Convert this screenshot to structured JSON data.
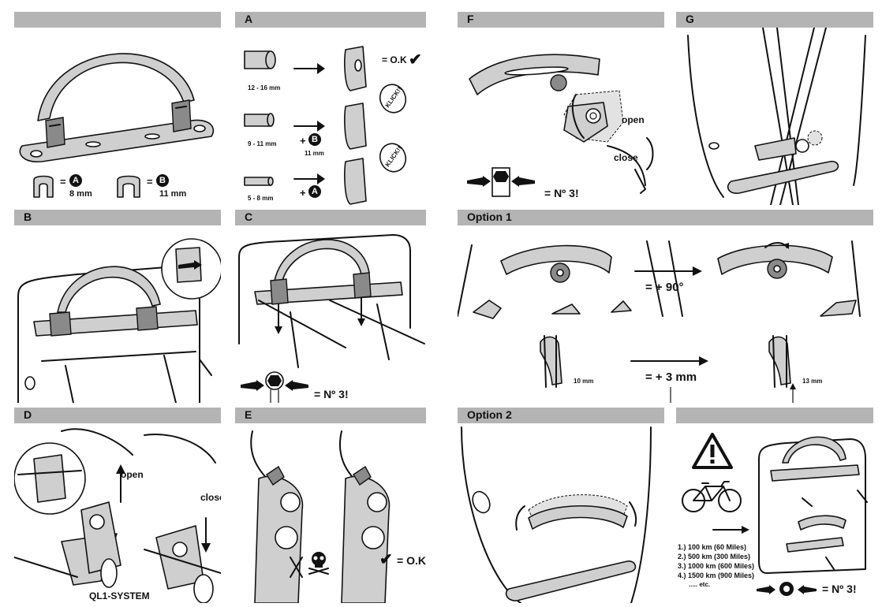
{
  "panels": {
    "top_left": {
      "title": ""
    },
    "A": {
      "title": "A",
      "diam_1": "12 - 16 mm",
      "diam_2": "9 - 11 mm",
      "diam_3": "5 - 8 mm",
      "ok_text": "= O.K",
      "check": "✔",
      "kluck_1": "KLICK!!",
      "kluck_2": "KLICK!!",
      "plus_b": "+",
      "badge_b": "B",
      "b_size": "11 mm",
      "plus_a": "+",
      "badge_a": "A"
    },
    "legend": {
      "eq_1": "=",
      "badge_a": "A",
      "a_size": "8 mm",
      "eq_2": "=",
      "badge_b": "B",
      "b_size": "11 mm"
    },
    "F": {
      "title": "F",
      "open": "open",
      "close": "close",
      "wrench": "= Nº 3!"
    },
    "G": {
      "title": "G"
    },
    "B": {
      "title": "B"
    },
    "C": {
      "title": "C",
      "wrench": "= Nº 3!"
    },
    "option1": {
      "title": "Option 1",
      "rotate": "= + 90°",
      "shift": "= + 3 mm",
      "size_a": "10 mm",
      "size_b": "13 mm"
    },
    "D": {
      "title": "D",
      "open": "open",
      "close": "close",
      "system": "QL1-SYSTEM"
    },
    "E": {
      "title": "E",
      "ok": "= O.K.",
      "check": "✔"
    },
    "option2": {
      "title": "Option 2"
    },
    "last": {
      "title": "",
      "schedule": [
        "1.)  100 km  (60 Miles)",
        "2.)  500 km  (300 Miles)",
        "3.) 1000 km  (600 Miles)",
        "4.) 1500 km  (900 Miles)",
        "..... etc."
      ],
      "wrench": "= Nº 3!"
    }
  },
  "colors": {
    "header_bar": "#b4b4b4",
    "part_grey": "#cfcfcf",
    "line": "#111111"
  },
  "icons": [
    "warning-triangle-icon",
    "bicycle-icon",
    "hex-nut-icon",
    "skull-icon",
    "checkmark-icon",
    "arrow-icon"
  ]
}
